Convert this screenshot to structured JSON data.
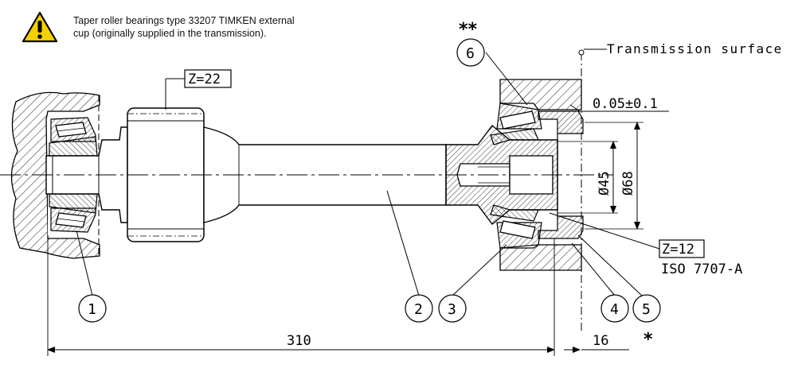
{
  "note": {
    "icon": "warning-triangle-icon",
    "line1": "Taper roller bearings type 33207 TIMKEN external",
    "line2": "cup (originally supplied in the transmission).",
    "icon_color": "#f5d000"
  },
  "labels": {
    "transmission_surface": "Transmission surface",
    "gear_teeth_left": "Z=22",
    "gear_teeth_right": "Z=12",
    "standard": "ISO 7707-A",
    "tolerance": "0.05±0.1",
    "dia_45": "Ø45",
    "dia_68": "Ø68",
    "length_310": "310",
    "length_16": "16",
    "double_star": "**",
    "single_star": "*"
  },
  "balloons": {
    "b1": "1",
    "b2": "2",
    "b3": "3",
    "b4": "4",
    "b5": "5",
    "b6": "6"
  }
}
